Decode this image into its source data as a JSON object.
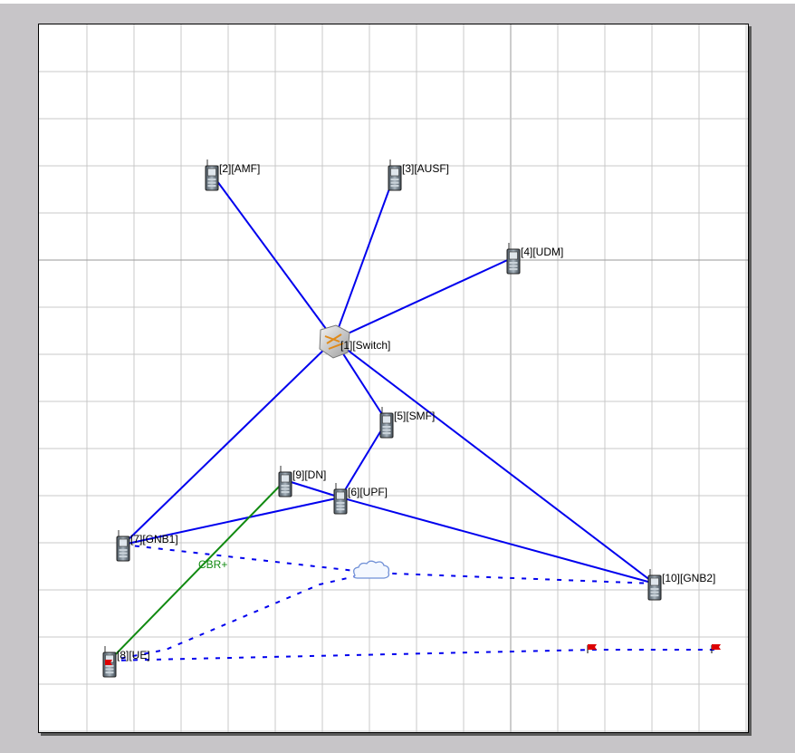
{
  "topology": {
    "nodes": [
      {
        "id": "1",
        "label": "[1][Switch]",
        "icon": "switch-icon"
      },
      {
        "id": "2",
        "label": "[2][AMF]",
        "icon": "mobile-node-icon"
      },
      {
        "id": "3",
        "label": "[3][AUSF]",
        "icon": "mobile-node-icon"
      },
      {
        "id": "4",
        "label": "[4][UDM]",
        "icon": "mobile-node-icon"
      },
      {
        "id": "5",
        "label": "[5][SMF]",
        "icon": "mobile-node-icon"
      },
      {
        "id": "6",
        "label": "[6][UPF]",
        "icon": "mobile-node-icon"
      },
      {
        "id": "7",
        "label": "[7][GNB1]",
        "icon": "mobile-node-icon"
      },
      {
        "id": "8",
        "label": "[8][UE]",
        "icon": "mobile-node-icon"
      },
      {
        "id": "9",
        "label": "[9][DN]",
        "icon": "mobile-node-icon"
      },
      {
        "id": "10",
        "label": "[10][GNB2]",
        "icon": "mobile-node-icon"
      }
    ],
    "links": [
      [
        "1",
        "2"
      ],
      [
        "1",
        "3"
      ],
      [
        "1",
        "4"
      ],
      [
        "1",
        "5"
      ],
      [
        "1",
        "7"
      ],
      [
        "1",
        "10"
      ],
      [
        "5",
        "6"
      ],
      [
        "6",
        "9"
      ],
      [
        "6",
        "7"
      ],
      [
        "6",
        "10"
      ]
    ],
    "flow": {
      "from": "8",
      "to": "9",
      "label": "CBR+"
    },
    "waypoint_icons": [
      "cloud-icon",
      "flag-icon",
      "flag-icon"
    ],
    "colors": {
      "link": "#0000ee",
      "flow": "#118a11",
      "path": "#0000ee",
      "grid": "#c9c9c9",
      "flag": "#dd0000"
    }
  }
}
